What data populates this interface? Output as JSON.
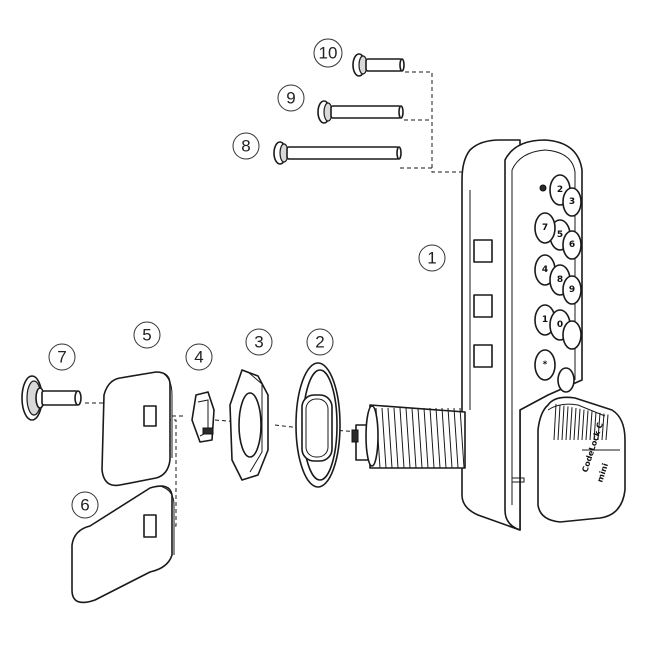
{
  "callouts": [
    "1",
    "2",
    "3",
    "4",
    "5",
    "6",
    "7",
    "8",
    "9",
    "10"
  ],
  "keypad": {
    "keys": [
      "1",
      "2",
      "3",
      "4",
      "5",
      "6",
      "7",
      "8",
      "9",
      "0",
      "*"
    ]
  },
  "knob": {
    "brand_line1": "CodeLock C",
    "brand_line2": "mini"
  }
}
